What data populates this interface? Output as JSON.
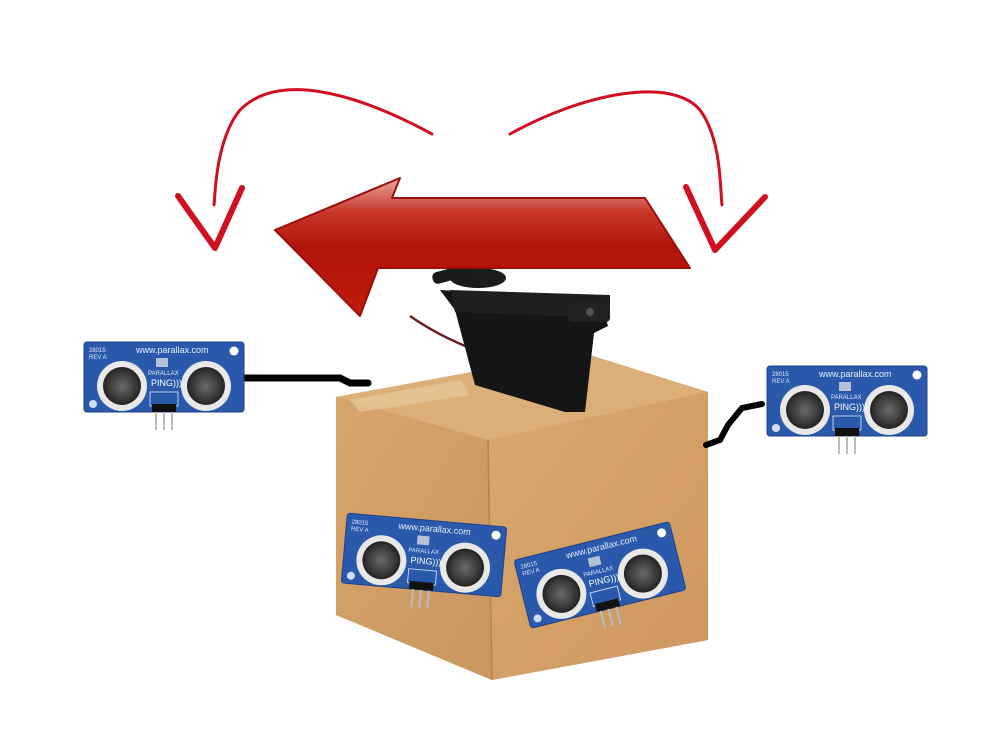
{
  "diagram": {
    "description": "Cardboard box with servo on top, four ultrasonic sensors, rotation arrows",
    "colors": {
      "arrow_red": "#b8160c",
      "curve_red": "#d01020",
      "box_tan": "#cf9c63",
      "box_top": "#dcae78",
      "sensor_blue": "#1f4fa0",
      "servo_black": "#141414",
      "wire_black": "#000000"
    },
    "sensors": [
      {
        "id": "left",
        "url": "www.parallax.com",
        "model": "28015",
        "rev": "REV A",
        "label": "PING)))",
        "brand": "PARALLAX"
      },
      {
        "id": "right",
        "url": "www.parallax.com",
        "model": "28015",
        "rev": "REV A",
        "label": "PING)))",
        "brand": "PARALLAX"
      },
      {
        "id": "front-left",
        "url": "www.parallax.com",
        "model": "28015",
        "rev": "REV A",
        "label": "PING)))",
        "brand": "PARALLAX"
      },
      {
        "id": "front-right",
        "url": "www.parallax.com",
        "model": "28015",
        "rev": "REV A",
        "label": "PING)))",
        "brand": "PARALLAX"
      }
    ],
    "arrows": {
      "main": "left-pointing-arrow",
      "curves": [
        "curved-arrow-left",
        "curved-arrow-right"
      ]
    }
  }
}
